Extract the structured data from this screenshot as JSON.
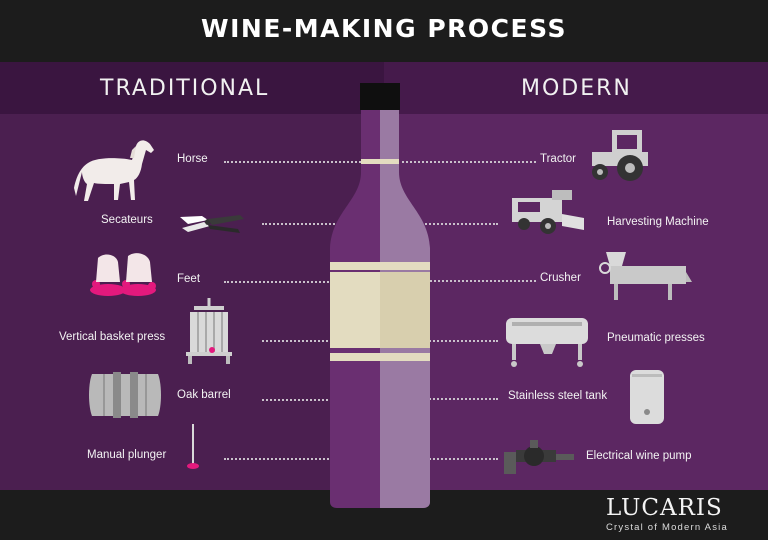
{
  "title": "WINE-MAKING PROCESS",
  "headings": {
    "left": "TRADITIONAL",
    "right": "MODERN"
  },
  "traditional": [
    {
      "label": "Horse",
      "icon": "horse-icon"
    },
    {
      "label": "Secateurs",
      "icon": "secateurs-icon"
    },
    {
      "label": "Feet",
      "icon": "feet-icon"
    },
    {
      "label": "Vertical basket press",
      "icon": "basket-press-icon"
    },
    {
      "label": "Oak barrel",
      "icon": "oak-barrel-icon"
    },
    {
      "label": "Manual plunger",
      "icon": "plunger-icon"
    }
  ],
  "modern": [
    {
      "label": "Tractor",
      "icon": "tractor-icon"
    },
    {
      "label": "Harvesting Machine",
      "icon": "harvesting-machine-icon"
    },
    {
      "label": "Crusher",
      "icon": "crusher-icon"
    },
    {
      "label": "Pneumatic presses",
      "icon": "pneumatic-press-icon"
    },
    {
      "label": "Stainless steel tank",
      "icon": "steel-tank-icon"
    },
    {
      "label": "Electrical wine pump",
      "icon": "wine-pump-icon"
    }
  ],
  "brand": {
    "name": "LUCARIS",
    "tagline": "Crystal of Modern Asia"
  },
  "colors": {
    "background_dark": "#1c1c1c",
    "traditional_panel": "#4b1f50",
    "modern_panel": "#5c2762",
    "bottle_dark": "#6a2f71",
    "bottle_light": "#9a7aa3",
    "label_cream": "#e3dcc0",
    "accent_pink": "#e3197d"
  }
}
